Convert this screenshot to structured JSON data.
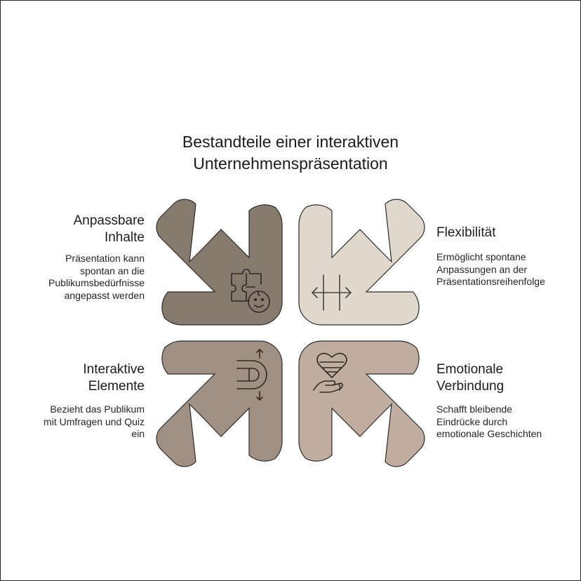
{
  "title": {
    "line1": "Bestandteile einer interaktiven",
    "line2": "Unternehmenspräsentation"
  },
  "quadrants": [
    {
      "heading": [
        "Anpassbare",
        "Inhalte"
      ],
      "description": [
        "Präsentation kann",
        "spontan an die",
        "Publikumsbedürfnisse",
        "angepasst werden"
      ],
      "color": "#877a6e",
      "icon": "puzzle-face-icon"
    },
    {
      "heading": [
        "Flexibilität"
      ],
      "description": [
        "Ermöglicht spontane",
        "Anpassungen an der",
        "Präsentationsreihenfolge"
      ],
      "color": "#e0d7cd",
      "icon": "horizontal-resize-icon"
    },
    {
      "heading": [
        "Interaktive",
        "Elemente"
      ],
      "description": [
        "Bezieht das Publikum",
        "mit Umfragen und Quiz",
        "ein"
      ],
      "color": "#a09083",
      "icon": "magnet-arrows-icon"
    },
    {
      "heading": [
        "Emotionale",
        "Verbindung"
      ],
      "description": [
        "Schafft bleibende",
        "Eindrücke durch",
        "emotionale Geschichten"
      ],
      "color": "#bfae9f",
      "icon": "hand-heart-icon"
    }
  ]
}
